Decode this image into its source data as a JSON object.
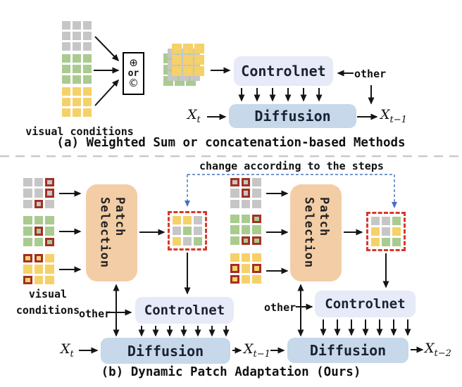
{
  "colors": {
    "gray": "#c6c6c6",
    "green": "#a9cb90",
    "yellow": "#f5d169",
    "selected_border": "#a43023",
    "dashed_border": "#d6392c",
    "blue_arrow": "#4472c4",
    "controlnet_bg": "#e7eaf7",
    "diffusion_bg": "#c6d8ea",
    "patch_selection_bg": "#f3cda6"
  },
  "section_a": {
    "caption": "(a) Weighted Sum or concatenation-based Methods",
    "visual_conditions": "visual conditions",
    "combiner": {
      "plus": "⊕",
      "or": "or",
      "concat": "©"
    },
    "controlnet": "Controlnet",
    "diffusion": "Diffusion",
    "other": "other",
    "x_in": {
      "base": "X",
      "sub": "t"
    },
    "x_out": {
      "base": "X",
      "sub": "t−1"
    },
    "stack": [
      {
        "color": "gray"
      },
      {
        "color": "green"
      },
      {
        "color": "yellow"
      }
    ],
    "merged_layers": [
      {
        "color": "green"
      },
      {
        "color": "gray"
      },
      {
        "color": "yellow"
      }
    ]
  },
  "section_b": {
    "caption": "(b) Dynamic Patch Adaptation (Ours)",
    "change_note": "change according to the steps",
    "visual_conditions": "visual conditions",
    "patch_selection": [
      "Patch",
      "Selection"
    ],
    "controlnet": "Controlnet",
    "diffusion": "Diffusion",
    "other": "other",
    "x_in": {
      "base": "X",
      "sub": "t"
    },
    "x_mid": {
      "base": "X",
      "sub": "t−1"
    },
    "x_out": {
      "base": "X",
      "sub": "t−2"
    },
    "left": {
      "grids": [
        {
          "color": "gray",
          "selected": [
            [
              0,
              2
            ],
            [
              1,
              2
            ],
            [
              2,
              1
            ]
          ]
        },
        {
          "color": "green",
          "selected": [
            [
              1,
              1
            ],
            [
              2,
              2
            ]
          ]
        },
        {
          "color": "yellow",
          "selected": [
            [
              0,
              0
            ],
            [
              0,
              1
            ],
            [
              2,
              0
            ]
          ]
        }
      ],
      "merged": [
        [
          "yellow",
          "yellow",
          "gray"
        ],
        [
          "gray",
          "green",
          "gray"
        ],
        [
          "yellow",
          "gray",
          "green"
        ]
      ]
    },
    "right": {
      "grids": [
        {
          "color": "gray",
          "selected": [
            [
              0,
              0
            ],
            [
              0,
              1
            ],
            [
              1,
              1
            ]
          ]
        },
        {
          "color": "green",
          "selected": [
            [
              0,
              2
            ],
            [
              2,
              1
            ],
            [
              2,
              2
            ]
          ]
        },
        {
          "color": "yellow",
          "selected": [
            [
              1,
              0
            ],
            [
              1,
              2
            ],
            [
              2,
              0
            ]
          ]
        }
      ],
      "merged": [
        [
          "gray",
          "gray",
          "green"
        ],
        [
          "yellow",
          "gray",
          "yellow"
        ],
        [
          "yellow",
          "green",
          "green"
        ]
      ]
    }
  }
}
